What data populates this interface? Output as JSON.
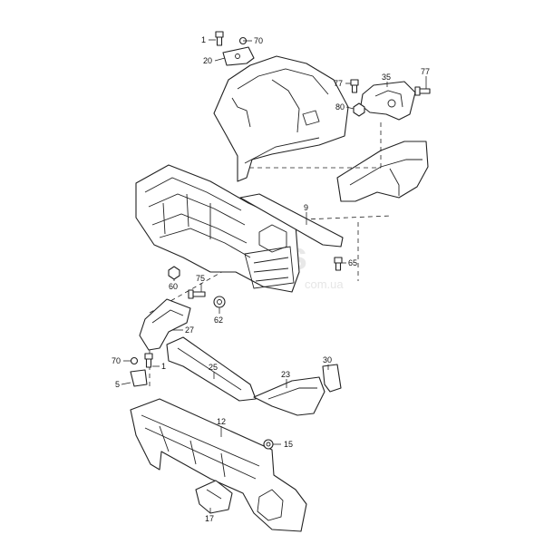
{
  "watermark": {
    "brand": "ts",
    "domain": "com.ua"
  },
  "callouts": [
    "1",
    "70",
    "20",
    "35",
    "77",
    "77",
    "80",
    "9",
    "65",
    "60",
    "75",
    "62",
    "27",
    "70",
    "1",
    "5",
    "25",
    "30",
    "23",
    "12",
    "15",
    "17"
  ]
}
